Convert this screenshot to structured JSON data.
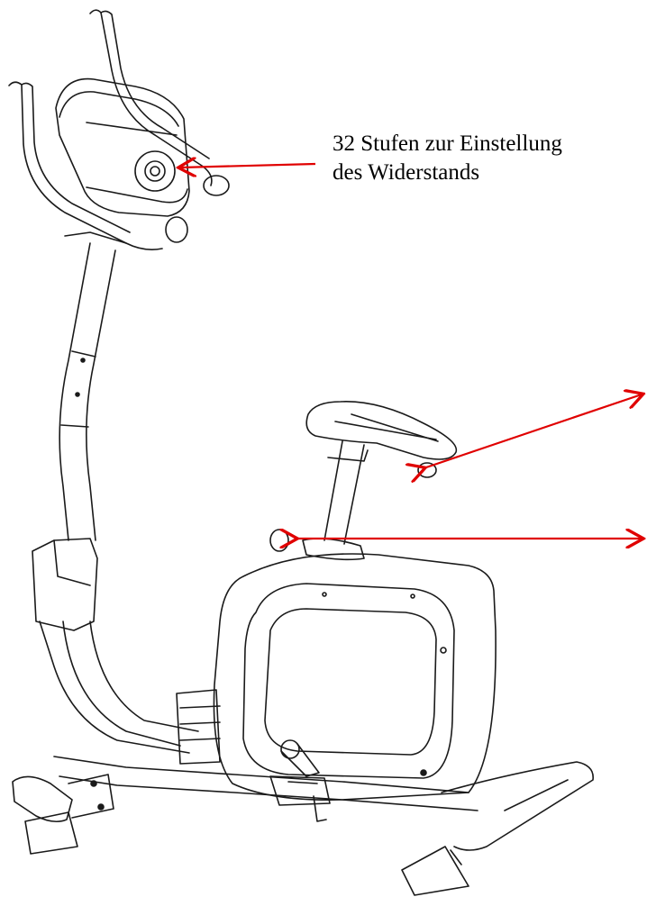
{
  "callouts": {
    "resistance": {
      "line1": "32 Stufen zur Einstellung",
      "line2": "des Widerstands"
    }
  },
  "colors": {
    "arrow": "#e00000",
    "line_art": "#1a1a1a"
  },
  "icons": [
    "red-arrow",
    "exercise-bike-line-drawing"
  ]
}
